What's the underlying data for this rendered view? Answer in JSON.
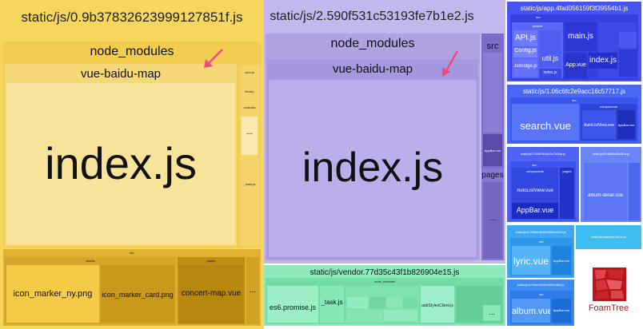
{
  "bundles": {
    "yellow": {
      "title": "static/js/0.9b37832623999127851f.js",
      "node_modules": "node_modules",
      "vue_baidu_map": "vue-baidu-map",
      "index": "index.js",
      "side": [
        "core-js",
        "library",
        "modules",
        "...",
        "_mata.js"
      ],
      "src": "src",
      "assets": "assets",
      "pages": "pages",
      "icon_ny": "icon_marker_ny.png",
      "icon_card": "icon_marker_card.png",
      "concert": "concert-map.vue",
      "dots": "..."
    },
    "purple": {
      "title": "static/js/2.590f531c53193fe7b1e2.js",
      "node_modules": "node_modules",
      "vue_baidu_map": "vue-baidu-map",
      "index": "index.js",
      "src": "src",
      "appbar": "AppBar.vue",
      "pages": "pages",
      "dots": "..."
    },
    "vendor": {
      "title": "static/js/vendor.77d35c43f1b826904e15.js",
      "node_modules": "node_modules",
      "es6": "es6.promise.js",
      "task": "_task.js",
      "addstyles": "addStylesClient.js",
      "dots": "..."
    },
    "app": {
      "title": "static/js/app.4fad056159f3f39554b1.js",
      "src": "src",
      "service": "service",
      "api": "API.js",
      "config": "Config.js",
      "jsbridge": "JsBridge.js",
      "util": "util.js",
      "index_small": "index.js",
      "main": "main.js",
      "index": "index.js",
      "appvue": "App.vue"
    },
    "search": {
      "title": "static/js/1.06c6fc2e9acc16c57717.js",
      "src": "src",
      "components": "components",
      "search": "search.vue",
      "autolist": "AutoListView.vue",
      "appbar": "AppBar.vue"
    },
    "album_detail": {
      "title": "static/js/3.f36e2b1a93c7e09a.js",
      "src": "src",
      "components": "components",
      "autolist": "AutoListView.vue",
      "appbar": "AppBar.vue",
      "pages": "pages"
    },
    "album_detail2": {
      "title": "static/js/5.f6806d2a5f1a.js",
      "file": "album-detail.vue"
    },
    "lyric": {
      "title": "static/js/4.2088e3845b90fb4d433.js",
      "src": "src",
      "file": "lyric.vue",
      "appbar": "AppBar.vue"
    },
    "small": {
      "title": "static/js/manifest.4e3a.js"
    },
    "album": {
      "title": "static/js/6.f3de430d4e3902d82.js",
      "src": "src",
      "file": "album.vue",
      "appbar": "AppBar.vue"
    },
    "foamtree": {
      "label": "FoamTree"
    }
  },
  "colors": {
    "yellow": "#f2cd4f",
    "purple": "#b5a6e6",
    "vendor": "#7fe5b0",
    "app": "#3f4cf0",
    "lightblue": "#5fa8f2",
    "accent_arrow": "#ee4a7e"
  }
}
